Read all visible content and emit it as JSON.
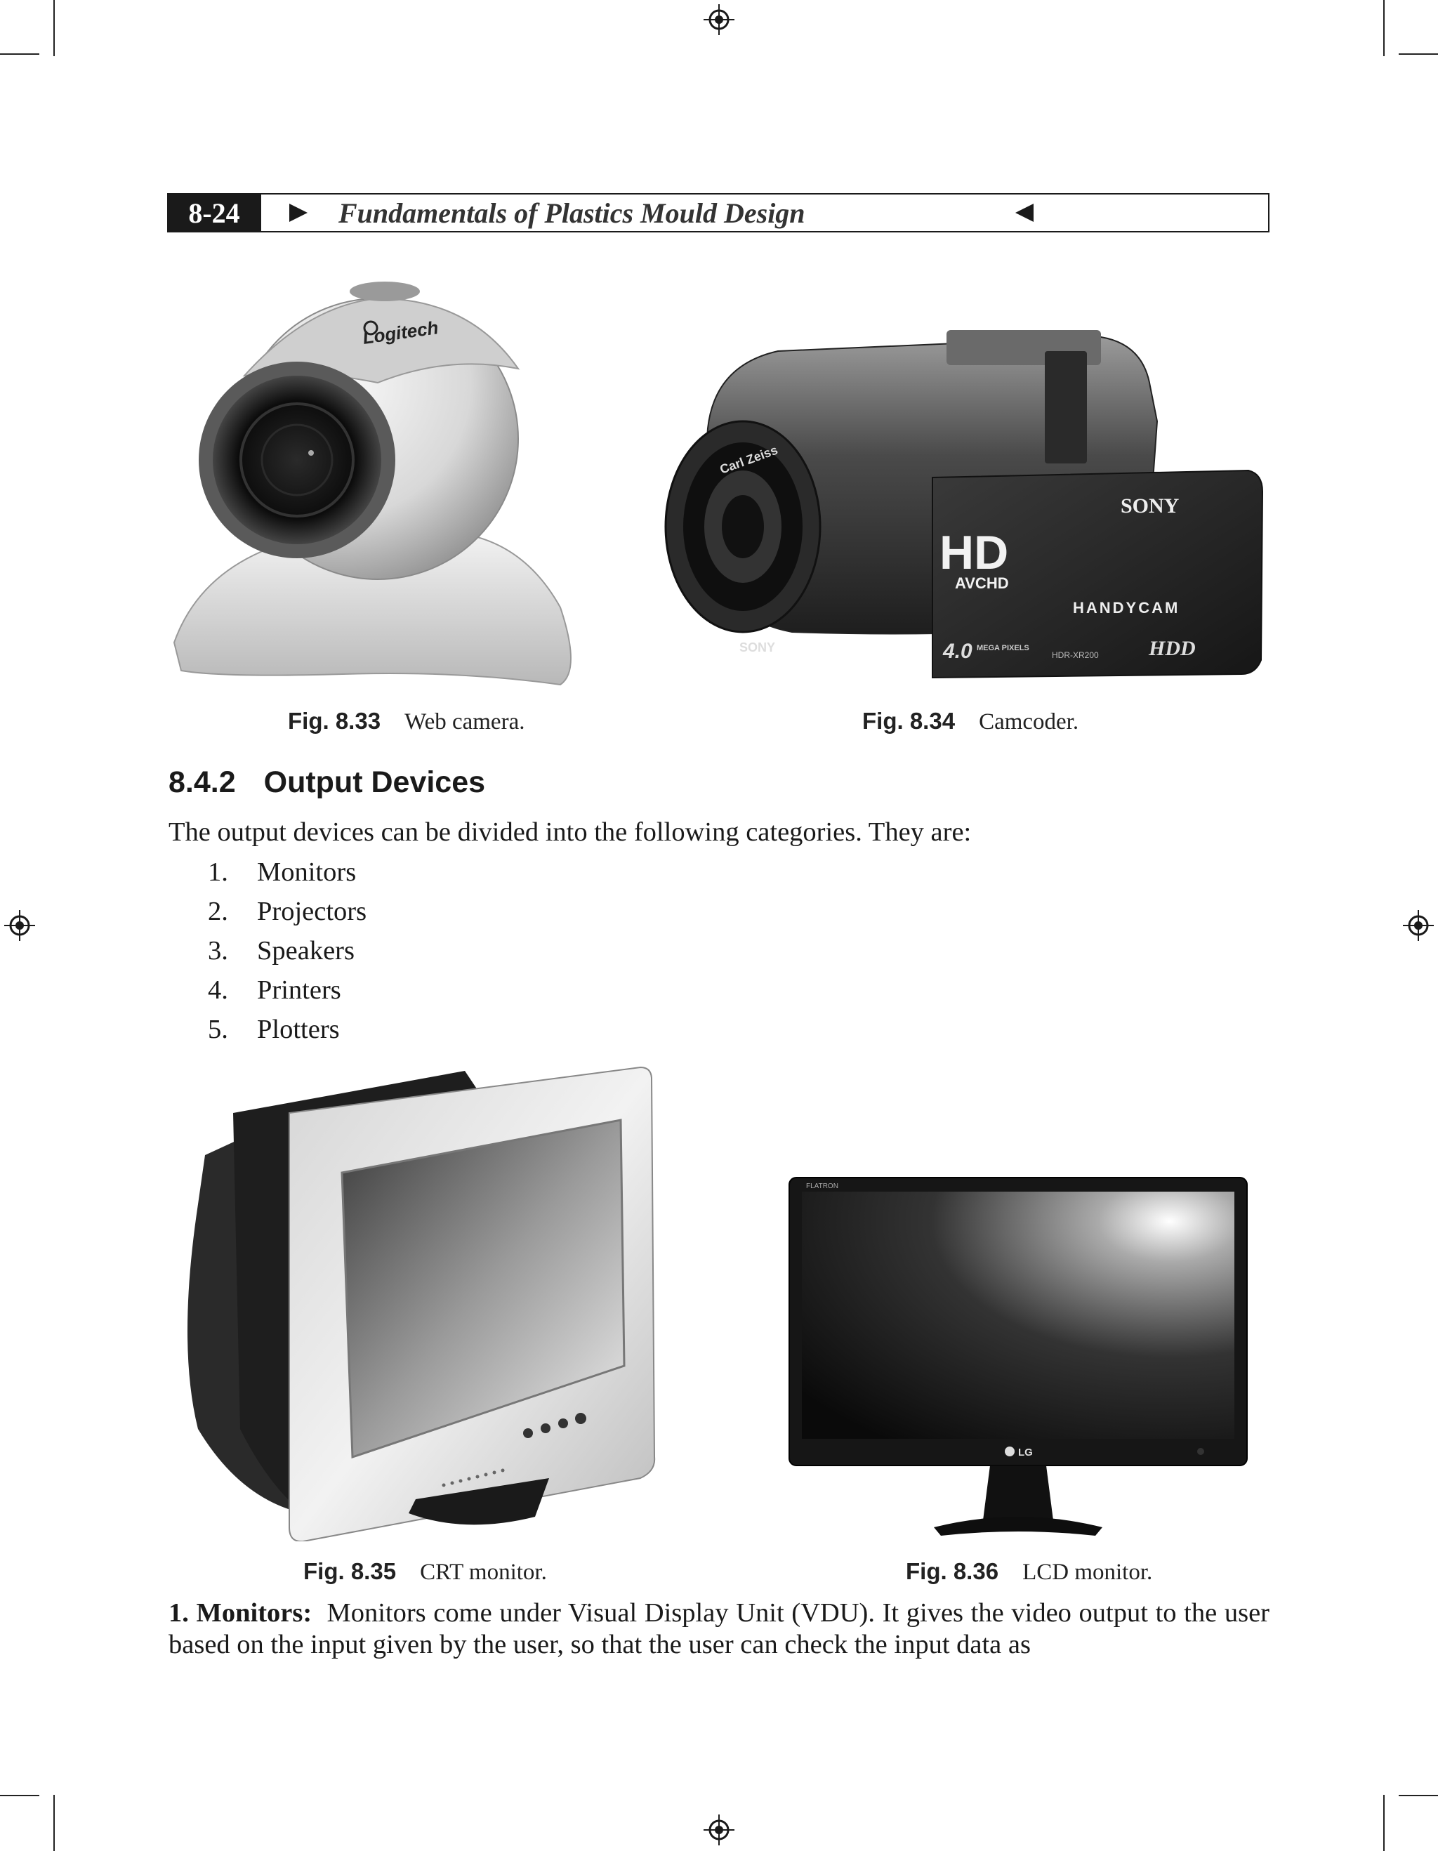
{
  "header": {
    "folio": "8-24",
    "title": "Fundamentals of Plastics Mould Design"
  },
  "figures": {
    "fig_8_33": {
      "label": "Fig. 8.33",
      "text": "Web camera.",
      "brand": "Logitech"
    },
    "fig_8_34": {
      "label": "Fig. 8.34",
      "text": "Camcoder.",
      "brand": "SONY",
      "hd": "HD",
      "avchd": "AVCHD",
      "handycam": "HANDYCAM",
      "megapixels": "4.0",
      "megapixel_label": "MEGA PIXELS",
      "model": "HDR-XR200",
      "hdd": "HDD",
      "lens": "Carl Zeiss"
    },
    "fig_8_35": {
      "label": "Fig. 8.35",
      "text": "CRT monitor."
    },
    "fig_8_36": {
      "label": "Fig. 8.36",
      "text": "LCD monitor.",
      "brand": "LG",
      "model_label": "FLATRON"
    }
  },
  "section": {
    "number": "8.4.2",
    "title": "Output Devices",
    "intro": "The output devices can be divided into the following categories. They are:",
    "items": [
      {
        "n": "1.",
        "label": "Monitors"
      },
      {
        "n": "2.",
        "label": "Projectors"
      },
      {
        "n": "3.",
        "label": "Speakers"
      },
      {
        "n": "4.",
        "label": "Printers"
      },
      {
        "n": "5.",
        "label": "Plotters"
      }
    ]
  },
  "monitors_para": {
    "lead": "1. Monitors:",
    "text": "Monitors come under Visual Display Unit (VDU). It gives the video output to the user based on the input given by the user, so that the user can check the input data as"
  }
}
